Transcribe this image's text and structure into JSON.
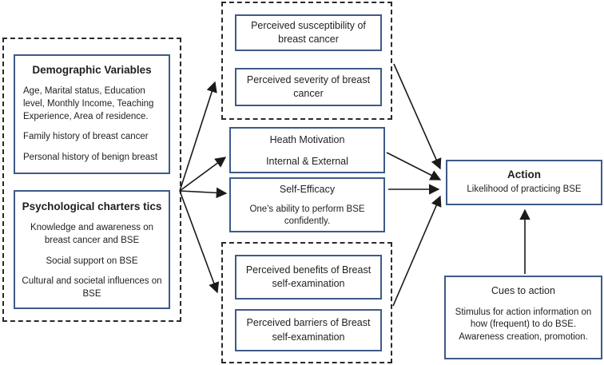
{
  "colors": {
    "box_border": "#3e5a88",
    "dashed_border": "#2a2a2a",
    "arrow": "#1a1a1a",
    "text": "#1f1f1f",
    "background": "#ffffff"
  },
  "boxes": {
    "demographic": {
      "title": "Demographic Variables",
      "para1": "Age, Marital status, Education level, Monthly Income, Teaching Experience, Area of residence.",
      "para2": "Family history of breast cancer",
      "para3": "Personal history of benign breast"
    },
    "psychological": {
      "title": "Psychological charters tics",
      "para1": "Knowledge and awareness on breast cancer and BSE",
      "para2": "Social support on BSE",
      "para3": "Cultural and societal influences on BSE"
    },
    "susceptibility": {
      "label": "Perceived susceptibility of breast cancer"
    },
    "severity": {
      "label": "Perceived severity of breast cancer"
    },
    "health_motivation": {
      "title": "Heath Motivation",
      "subtitle": "Internal & External"
    },
    "self_efficacy": {
      "title": "Self-Efficacy",
      "subtitle": "One's ability to perform BSE confidently."
    },
    "benefits": {
      "label": "Perceived benefits of Breast self-examination"
    },
    "barriers": {
      "label": "Perceived barriers of Breast self-examination"
    },
    "action": {
      "title": "Action",
      "subtitle": "Likelihood of practicing BSE"
    },
    "cues": {
      "title": "Cues to action",
      "body1": "Stimulus for action information on how (frequent) to do BSE.",
      "body2": "Awareness creation, promotion."
    }
  },
  "arrows": [
    {
      "from": "antecedent-variables",
      "to": "perception-group-top"
    },
    {
      "from": "antecedent-variables",
      "to": "health-motivation"
    },
    {
      "from": "antecedent-variables",
      "to": "self-efficacy"
    },
    {
      "from": "antecedent-variables",
      "to": "perception-group-bottom"
    },
    {
      "from": "perception-group-top",
      "to": "action"
    },
    {
      "from": "health-motivation",
      "to": "action"
    },
    {
      "from": "self-efficacy",
      "to": "action"
    },
    {
      "from": "perception-group-bottom",
      "to": "action"
    },
    {
      "from": "cues-to-action",
      "to": "action"
    }
  ]
}
